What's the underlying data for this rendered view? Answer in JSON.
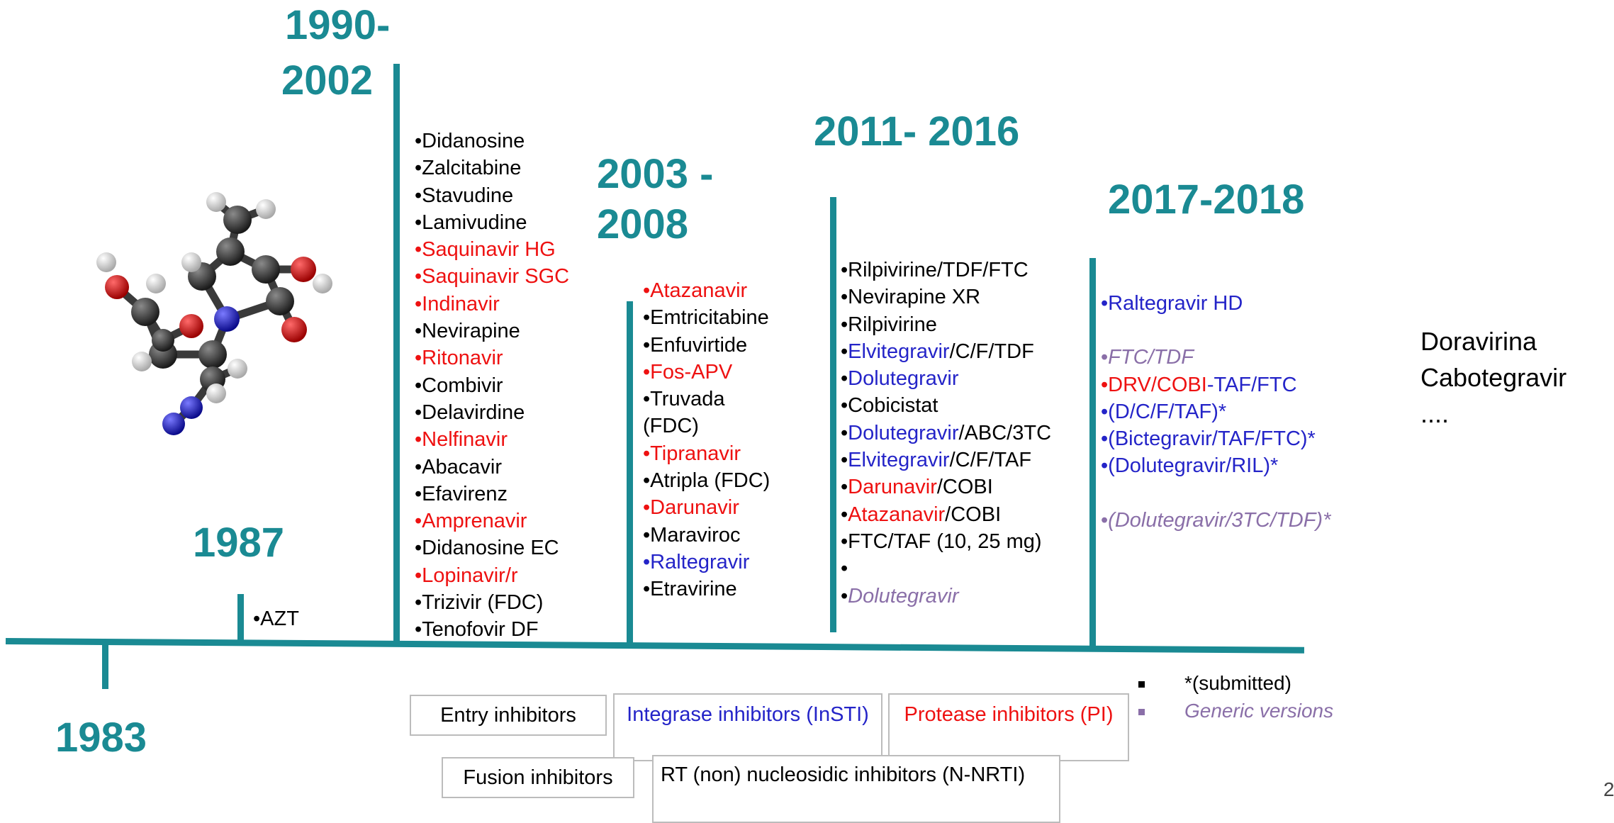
{
  "years": {
    "y1983": "1983",
    "y1987": "1987",
    "y1990_top": "1990-",
    "y1990_bottom": "2002",
    "y2003_top": "2003 -",
    "y2003_bottom": "2008",
    "y2011": "2011- 2016",
    "y2017": "2017-2018"
  },
  "col1987": [
    {
      "text": "AZT",
      "color": "black"
    }
  ],
  "col1990": [
    {
      "text": "Didanosine",
      "color": "black"
    },
    {
      "text": "Zalcitabine",
      "color": "black"
    },
    {
      "text": "Stavudine",
      "color": "black"
    },
    {
      "text": "Lamivudine",
      "color": "black"
    },
    {
      "text": "Saquinavir HG",
      "color": "red"
    },
    {
      "text": "Saquinavir SGC",
      "color": "red"
    },
    {
      "text": "Indinavir",
      "color": "red"
    },
    {
      "text": "Nevirapine",
      "color": "black"
    },
    {
      "text": "Ritonavir",
      "color": "red"
    },
    {
      "text": "Combivir",
      "color": "black"
    },
    {
      "text": "Delavirdine",
      "color": "black"
    },
    {
      "text": "Nelfinavir",
      "color": "red"
    },
    {
      "text": "Abacavir",
      "color": "black"
    },
    {
      "text": "Efavirenz",
      "color": "black"
    },
    {
      "text": "Amprenavir",
      "color": "red"
    },
    {
      "text": "Didanosine EC",
      "color": "black"
    },
    {
      "text": "Lopinavir/r",
      "color": "red"
    },
    {
      "text": "Trizivir (FDC)",
      "color": "black"
    },
    {
      "text": "Tenofovir DF",
      "color": "black"
    }
  ],
  "col2003": [
    {
      "text": "Atazanavir",
      "color": "red"
    },
    {
      "text": "Emtricitabine",
      "color": "black"
    },
    {
      "text": "Enfuvirtide",
      "color": "black"
    },
    {
      "text": "Fos-APV",
      "color": "red"
    },
    {
      "text": "Truvada",
      "color": "black"
    },
    {
      "text": "(FDC)",
      "color": "black",
      "nobullet": true
    },
    {
      "text": "Tipranavir",
      "color": "red"
    },
    {
      "text": "Atripla (FDC)",
      "color": "black"
    },
    {
      "text": "Darunavir",
      "color": "red"
    },
    {
      "text": "Maraviroc",
      "color": "black"
    },
    {
      "text": "Raltegravir",
      "color": "blue"
    },
    {
      "text": "Etravirine",
      "color": "black"
    }
  ],
  "col2011": [
    {
      "parts": [
        {
          "text": "Rilpivirine/TDF/FTC",
          "color": "black"
        }
      ]
    },
    {
      "parts": [
        {
          "text": "Nevirapine XR",
          "color": "black"
        }
      ]
    },
    {
      "parts": [
        {
          "text": "Rilpivirine",
          "color": "black"
        }
      ]
    },
    {
      "parts": [
        {
          "text": "Elvitegravir",
          "color": "blue"
        },
        {
          "text": "/C/F/TDF",
          "color": "black"
        }
      ]
    },
    {
      "parts": [
        {
          "text": "Dolutegravir",
          "color": "blue"
        }
      ]
    },
    {
      "parts": [
        {
          "text": "Cobicistat",
          "color": "black"
        }
      ]
    },
    {
      "parts": [
        {
          "text": "Dolutegravir",
          "color": "blue"
        },
        {
          "text": "/ABC/3TC",
          "color": "black"
        }
      ]
    },
    {
      "parts": [
        {
          "text": "Elvitegravir",
          "color": "blue"
        },
        {
          "text": "/C/F/TAF",
          "color": "black"
        }
      ]
    },
    {
      "parts": [
        {
          "text": "Darunavir",
          "color": "red"
        },
        {
          "text": "/COBI",
          "color": "black"
        }
      ]
    },
    {
      "parts": [
        {
          "text": "Atazanavir",
          "color": "red"
        },
        {
          "text": "/COBI",
          "color": "black"
        }
      ]
    },
    {
      "parts": [
        {
          "text": "FTC/TAF (10, 25 mg)",
          "color": "black"
        }
      ]
    },
    {
      "parts": [
        {
          "text": "",
          "color": "black"
        }
      ]
    },
    {
      "parts": [
        {
          "text": "Dolutegravir",
          "color": "purple"
        }
      ]
    }
  ],
  "col2017": [
    {
      "parts": [
        {
          "text": "Raltegravir HD",
          "color": "blue"
        }
      ],
      "bulletColor": "blue",
      "gapAfter": true
    },
    {
      "parts": [
        {
          "text": "FTC/TDF",
          "color": "purple"
        }
      ],
      "bulletColor": "purple"
    },
    {
      "parts": [
        {
          "text": "DRV/COBI",
          "color": "red"
        },
        {
          "text": "-TAF/FTC",
          "color": "blue"
        }
      ],
      "bulletColor": "red",
      "tight": true
    },
    {
      "parts": [
        {
          "text": "(D/C/F/TAF)*",
          "color": "blue"
        }
      ],
      "bulletColor": "blue"
    },
    {
      "parts": [
        {
          "text": "(Bictegravir/TAF/FTC)*",
          "color": "blue"
        }
      ],
      "bulletColor": "blue"
    },
    {
      "parts": [
        {
          "text": "(Dolutegravir/RIL)*",
          "color": "blue"
        }
      ],
      "bulletColor": "blue",
      "gapAfter": true
    },
    {
      "parts": [
        {
          "text": "(Dolutegravir/3TC/TDF)*",
          "color": "purple"
        }
      ],
      "bulletColor": "purple"
    }
  ],
  "new_drugs": [
    "Doravirina",
    "Cabotegravir",
    "...."
  ],
  "legend_boxes": {
    "entry": "Entry inhibitors",
    "integrase": "Integrase inhibitors (InSTI)",
    "protease": "Protease inhibitors (PI)",
    "fusion": "Fusion inhibitors",
    "rt": "RT (non) nucleosidic inhibitors (N-NRTI)"
  },
  "notes": {
    "submitted": "*(submitted)",
    "generic": "Generic versions"
  },
  "page_number": "2",
  "colors": {
    "teal": "#1a8a93",
    "red": "#ee1111",
    "blue": "#2424c8",
    "purple": "#8a6fa8"
  }
}
